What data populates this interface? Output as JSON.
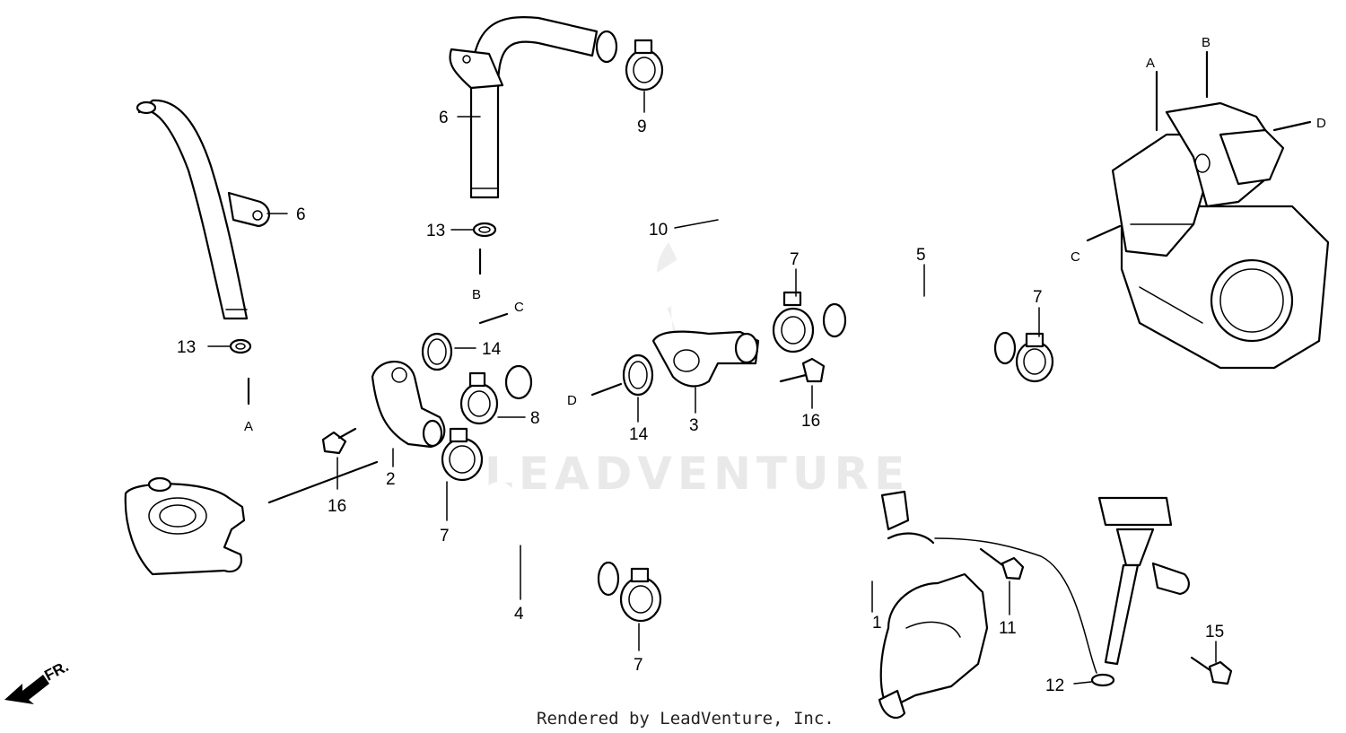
{
  "watermark": "LEADVENTURE",
  "credit": "Rendered by LeadVenture, Inc.",
  "direction": "FR.",
  "callouts": {
    "c1": "1",
    "c2": "2",
    "c3": "3",
    "c4": "4",
    "c5": "5",
    "c6a": "6",
    "c6b": "6",
    "c7a": "7",
    "c7b": "7",
    "c7c": "7",
    "c7d": "7",
    "c8": "8",
    "c9": "9",
    "c10": "10",
    "c11": "11",
    "c12": "12",
    "c13a": "13",
    "c13b": "13",
    "c14a": "14",
    "c14b": "14",
    "c15": "15",
    "c16a": "16",
    "c16b": "16"
  },
  "refs": {
    "a_engine": "A",
    "b_engine": "B",
    "c_engine": "C",
    "d_engine": "D",
    "a_pipe": "A",
    "b_pipe": "B",
    "c_ring": "C",
    "d_ring": "D"
  }
}
